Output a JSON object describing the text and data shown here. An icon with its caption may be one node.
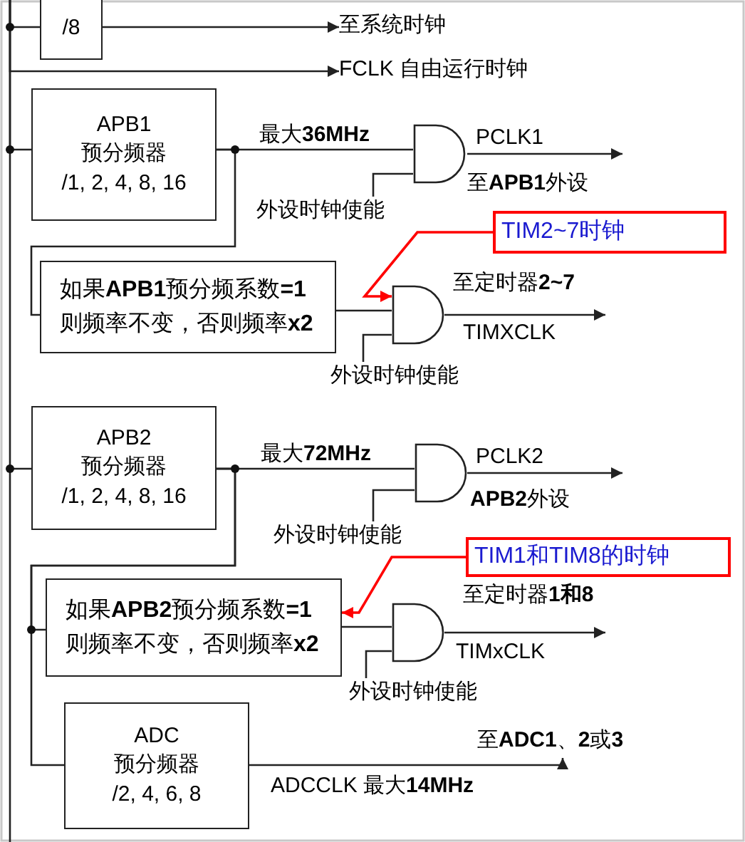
{
  "diagram": {
    "nodes": [
      {
        "text": [
          "/8"
        ]
      },
      {
        "text": [
          "至系统时钟"
        ]
      },
      {
        "text": [
          "FCLK 自由运行时钟"
        ]
      },
      {
        "text": [
          "APB1",
          "预分频器",
          "/1, 2, 4, 8, 16"
        ]
      },
      {
        "text": [],
        "shape": "gate"
      },
      {
        "text": [
          "外设时钟使能"
        ]
      },
      {
        "text": [
          "如果**APB1**预分频系数**=1**则频率不变，否则频率**x2**"
        ]
      },
      {
        "text": [],
        "shape": "gate"
      },
      {
        "text": [
          "外设时钟使能"
        ]
      },
      {
        "text": [
          "TIM2~7时钟"
        ]
      },
      {
        "text": [
          "APB2",
          "预分频器",
          "/1, 2, 4, 8, 16"
        ]
      },
      {
        "text": [],
        "shape": "gate"
      },
      {
        "text": [
          "外设时钟使能"
        ]
      },
      {
        "text": [
          "如果**APB2**预分频系数**=1**则频率不变，否则频率**x2**"
        ]
      },
      {
        "text": [],
        "shape": "gate"
      },
      {
        "text": [
          "外设时钟使能"
        ]
      },
      {
        "text": [
          "TIM1和TIM8的时钟"
        ]
      },
      {
        "text": [
          "ADC",
          "预分频器",
          "/2, 4, 6, 8"
        ]
      },
      {
        "text": [
          "至**ADC1**、**2**或**3**"
        ]
      }
    ],
    "edges": [
      {
        "from": null,
        "to": 0,
        "arrow": "none"
      },
      {
        "from": 0,
        "to": 1,
        "arrow": "to"
      },
      {
        "from": null,
        "to": 2,
        "arrow": "to"
      },
      {
        "from": null,
        "to": 3,
        "arrow": "none"
      },
      {
        "from": 3,
        "to": 4,
        "arrow": "none",
        "label": "最大**36MHz**"
      },
      {
        "from": 5,
        "to": 4,
        "arrow": "none"
      },
      {
        "from": 4,
        "to": null,
        "arrow": "to",
        "label": "PCLK1"
      },
      {
        "from": 3,
        "to": 6,
        "arrow": "none"
      },
      {
        "from": 6,
        "to": 7,
        "arrow": "none"
      },
      {
        "from": 8,
        "to": 7,
        "arrow": "none"
      },
      {
        "from": 7,
        "to": null,
        "arrow": "to",
        "label": "TIMXCLK"
      },
      {
        "from": 9,
        "to": 7,
        "arrow": "to",
        "color": "#ff0000"
      },
      {
        "from": null,
        "to": 10,
        "arrow": "none"
      },
      {
        "from": 10,
        "to": 11,
        "arrow": "none",
        "label": "最大**72MHz**"
      },
      {
        "from": 12,
        "to": 11,
        "arrow": "none"
      },
      {
        "from": 11,
        "to": null,
        "arrow": "to",
        "label": "PCLK2"
      },
      {
        "from": 10,
        "to": 13,
        "arrow": "none"
      },
      {
        "from": 13,
        "to": 14,
        "arrow": "none"
      },
      {
        "from": 15,
        "to": 14,
        "arrow": "none"
      },
      {
        "from": 14,
        "to": null,
        "arrow": "to",
        "label": "TIMxCLK"
      },
      {
        "from": 16,
        "to": 13,
        "arrow": "to",
        "color": "#ff0000"
      },
      {
        "from": 10,
        "to": 17,
        "arrow": "none"
      },
      {
        "from": 17,
        "to": 18,
        "arrow": "to",
        "label": "ADCCLK 最大**14MHz**"
      }
    ],
    "labels": [
      "至**APB1**外设",
      "至定时器**2~7**",
      "**APB2**外设",
      "至定时器**1和8**"
    ]
  }
}
